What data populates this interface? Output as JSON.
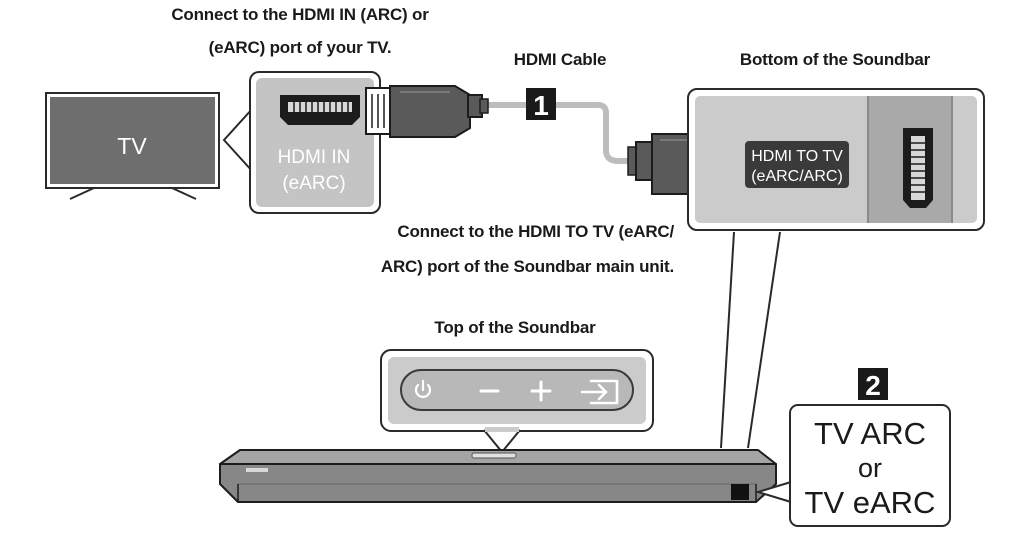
{
  "captions": {
    "tv_port_line1": "Connect to the HDMI IN (ARC) or",
    "tv_port_line2": "(eARC) port of your TV.",
    "cable": "HDMI Cable",
    "soundbar_bottom": "Bottom of the Soundbar",
    "soundbar_port_line1": "Connect to the HDMI TO TV (eARC/",
    "soundbar_port_line2": "ARC) port of the Soundbar main unit.",
    "soundbar_top": "Top of the Soundbar"
  },
  "tv": {
    "label": "TV"
  },
  "tv_port": {
    "line1": "HDMI IN",
    "line2": "(eARC)"
  },
  "soundbar_port": {
    "line1": "HDMI TO TV",
    "line2": "(eARC/ARC)"
  },
  "steps": {
    "step1": "1",
    "step2": "2"
  },
  "mode": {
    "line1": "TV ARC",
    "line2": "or",
    "line3": "TV eARC"
  },
  "buttons": {
    "power": "power-icon",
    "minus": "minus-icon",
    "plus": "plus-icon",
    "source": "source-icon"
  },
  "colors": {
    "tv_screen": "#6e6e6e",
    "panel": "#c9c9c9",
    "soundbar": "#8e8e8e",
    "cable": "#bdbdbd",
    "badge": "#1a1a1a"
  }
}
